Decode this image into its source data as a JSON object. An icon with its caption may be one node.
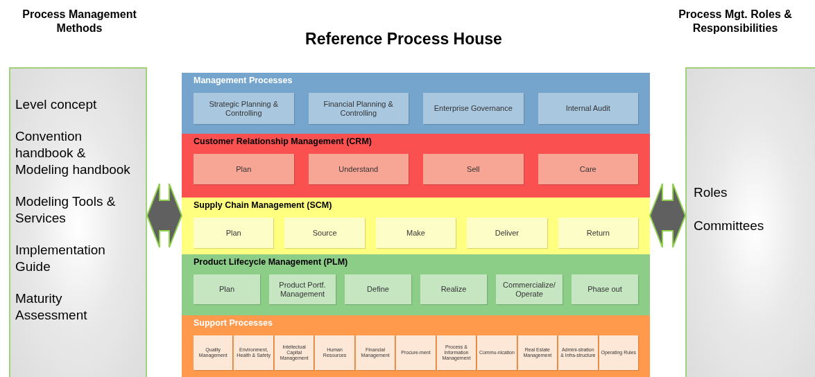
{
  "diagram": {
    "title": "Reference Process House",
    "nodes": [
      {
        "text": [
          "Process Management Methods",
          "Level concept",
          "Convention handbook & Modeling handbook",
          "Modeling Tools & Services",
          "Implementation Guide",
          "Maturity Assessment"
        ]
      },
      {
        "text": [],
        "shape": "box"
      },
      {
        "text": [
          "Process Mgt. Roles & Responsibilities",
          "Roles",
          "Committees"
        ]
      },
      {
        "text": [
          "Management Processes"
        ],
        "in": 1
      },
      {
        "text": [
          "Strategic Planning & Controlling"
        ],
        "in": 3
      },
      {
        "text": [
          "Financial Planning & Controlling"
        ],
        "in": 3
      },
      {
        "text": [
          "Enterprise Governance"
        ],
        "in": 3
      },
      {
        "text": [
          "Internal Audit"
        ],
        "in": 3
      },
      {
        "text": [
          "Customer Relationship Management (CRM)"
        ],
        "in": 1
      },
      {
        "text": [
          "Plan"
        ],
        "in": 8
      },
      {
        "text": [
          "Understand"
        ],
        "in": 8
      },
      {
        "text": [
          "Sell"
        ],
        "in": 8
      },
      {
        "text": [
          "Care"
        ],
        "in": 8
      },
      {
        "text": [
          "Supply Chain Management (SCM)"
        ],
        "in": 1
      },
      {
        "text": [
          "Plan"
        ],
        "in": 13
      },
      {
        "text": [
          "Source"
        ],
        "in": 13
      },
      {
        "text": [
          "Make"
        ],
        "in": 13
      },
      {
        "text": [
          "Deliver"
        ],
        "in": 13
      },
      {
        "text": [
          "Return"
        ],
        "in": 13
      },
      {
        "text": [
          "Product Lifecycle Management (PLM)"
        ],
        "in": 1
      },
      {
        "text": [
          "Plan"
        ],
        "in": 19
      },
      {
        "text": [
          "Product Portf. Management"
        ],
        "in": 19
      },
      {
        "text": [
          "Define"
        ],
        "in": 19
      },
      {
        "text": [
          "Realize"
        ],
        "in": 19
      },
      {
        "text": [
          "Commercialize/ Operate"
        ],
        "in": 19
      },
      {
        "text": [
          "Phase out"
        ],
        "in": 19
      },
      {
        "text": [
          "Support Processes"
        ],
        "in": 1
      },
      {
        "text": [
          "Quality Management"
        ],
        "in": 26
      },
      {
        "text": [
          "Environment, Health & Safety"
        ],
        "in": 26
      },
      {
        "text": [
          "Intellectual Capital Management"
        ],
        "in": 26
      },
      {
        "text": [
          "Human Resources"
        ],
        "in": 26
      },
      {
        "text": [
          "Financial Management"
        ],
        "in": 26
      },
      {
        "text": [
          "Procure-ment"
        ],
        "in": 26
      },
      {
        "text": [
          "Process & Information Management"
        ],
        "in": 26
      },
      {
        "text": [
          "Commu-nication"
        ],
        "in": 26
      },
      {
        "text": [
          "Real Estate Management"
        ],
        "in": 26
      },
      {
        "text": [
          "Admini-stration & Infra-structure"
        ],
        "in": 26
      },
      {
        "text": [
          "Operating Rules"
        ],
        "in": 26
      }
    ],
    "edges": [
      {
        "from": 0,
        "to": 1,
        "arrow": "both"
      },
      {
        "from": 1,
        "to": 2,
        "arrow": "both"
      }
    ]
  }
}
